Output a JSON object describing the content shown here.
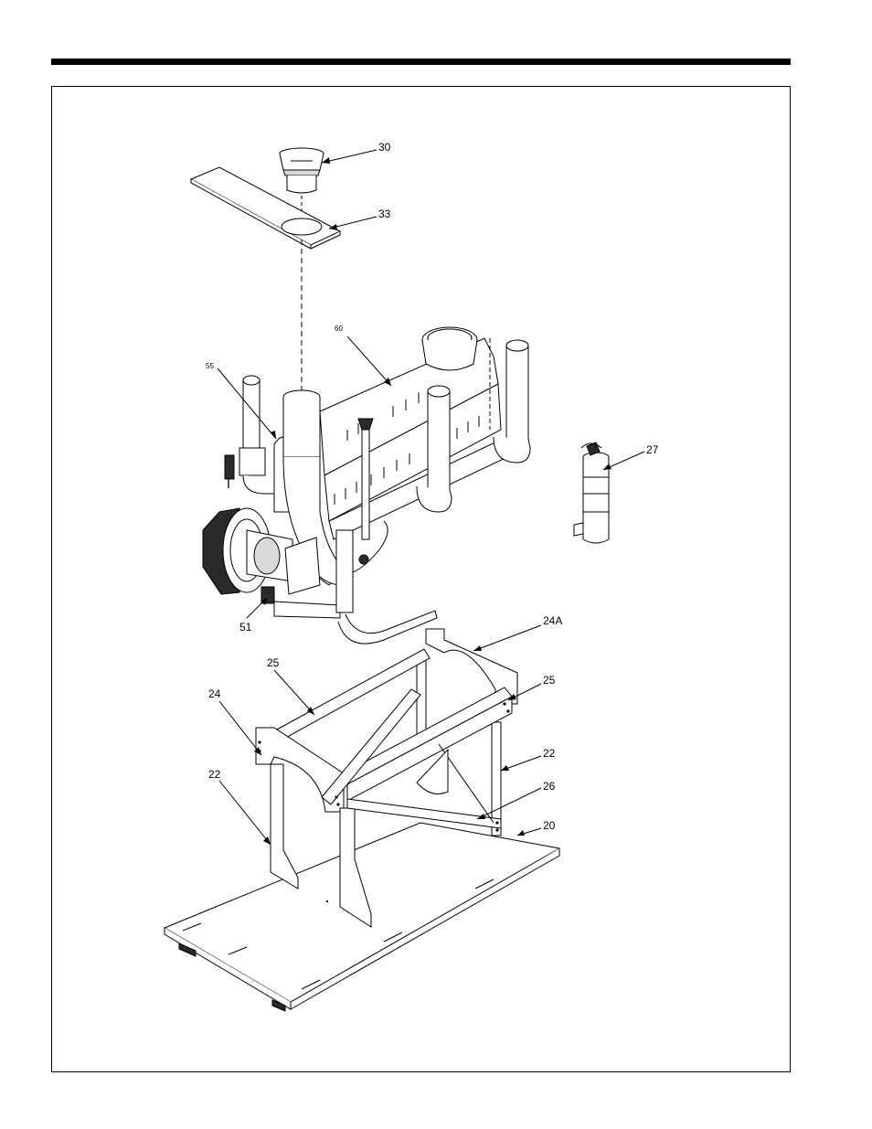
{
  "callouts": {
    "c30": "30",
    "c33": "33",
    "c60": "60",
    "c55": "55",
    "c27": "27",
    "c51": "51",
    "c24A": "24A",
    "c25a": "25",
    "c25b": "25",
    "c24": "24",
    "c22a": "22",
    "c22b": "22",
    "c26": "26",
    "c20": "20"
  }
}
